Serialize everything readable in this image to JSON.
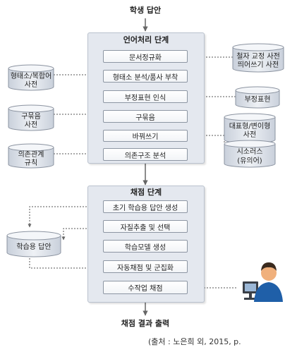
{
  "input_label": "학생 답안",
  "output_label": "채점 결과 출력",
  "source_caption": "(출처 : 노은희 외, 2015, p.",
  "language_stage": {
    "title": "언어처리 단계",
    "steps": [
      "문서정규화",
      "형태소 분석/품사 부착",
      "부정표현 인식",
      "구묶음",
      "바꿔쓰기",
      "의존구조 분석"
    ]
  },
  "scoring_stage": {
    "title": "채점 단계",
    "steps": [
      "초기 학습용 답안 생성",
      "자질추출 및 선택",
      "학습모델 생성",
      "자동채점 및 군집화",
      "수작업 채점"
    ]
  },
  "resources_left": [
    {
      "lines": [
        "형태소/복합어",
        "사전"
      ]
    },
    {
      "lines": [
        "구묶음",
        "사전"
      ]
    },
    {
      "lines": [
        "의존관계",
        "규칙"
      ]
    },
    {
      "lines": [
        "학습용 답안"
      ]
    }
  ],
  "resources_right": [
    {
      "lines": [
        "철자 교정 사전",
        "띄어쓰기 사전"
      ]
    },
    {
      "lines": [
        "부정표현"
      ]
    },
    {
      "lines": [
        "대표형/변이형",
        "사전"
      ]
    },
    {
      "lines": [
        "시소러스",
        "(유의어)"
      ]
    }
  ],
  "icons": {
    "scorer": "person-at-computer-icon"
  },
  "colors": {
    "panel": "#e4e8ef",
    "cylinder": "#dfe4ec",
    "arrow": "#666666",
    "person_shirt": "#1f5fa8",
    "person_face": "#f0b07c"
  }
}
